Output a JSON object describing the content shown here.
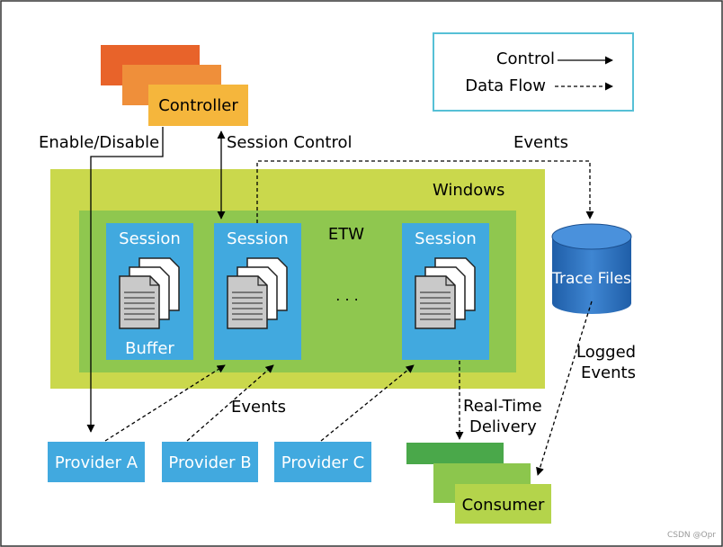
{
  "legend": {
    "control_label": "Control",
    "dataflow_label": "Data Flow"
  },
  "controller": {
    "label": "Controller"
  },
  "labels": {
    "enable_disable": "Enable/Disable",
    "session_control": "Session Control",
    "events_top": "Events",
    "events_bottom": "Events",
    "real_time": "Real-Time",
    "delivery": "Delivery",
    "logged": "Logged",
    "logged_events": "Events",
    "ellipsis": ". . ."
  },
  "windows": {
    "label": "Windows"
  },
  "etw": {
    "label": "ETW"
  },
  "sessions": [
    {
      "label": "Session",
      "buffer_label": "Buffer"
    },
    {
      "label": "Session",
      "buffer_label": ""
    },
    {
      "label": "Session",
      "buffer_label": ""
    }
  ],
  "trace_files": {
    "label": "Trace Files"
  },
  "providers": [
    {
      "label": "Provider A"
    },
    {
      "label": "Provider B"
    },
    {
      "label": "Provider C"
    }
  ],
  "consumer": {
    "label": "Consumer"
  },
  "watermark": "CSDN @Opr",
  "colors": {
    "controller_back1": "#e8632a",
    "controller_back2": "#ef8f3a",
    "controller_front": "#f5b63c",
    "windows_fill": "#cad84c",
    "etw_fill": "#8fc74f",
    "session_fill": "#41a9df",
    "provider_fill": "#41a9df",
    "consumer_back": "#4aa84a",
    "consumer_mid": "#8cc64d",
    "consumer_front": "#b4d44b",
    "legend_border": "#56c0d6",
    "trace_fill": "#2f73be"
  }
}
